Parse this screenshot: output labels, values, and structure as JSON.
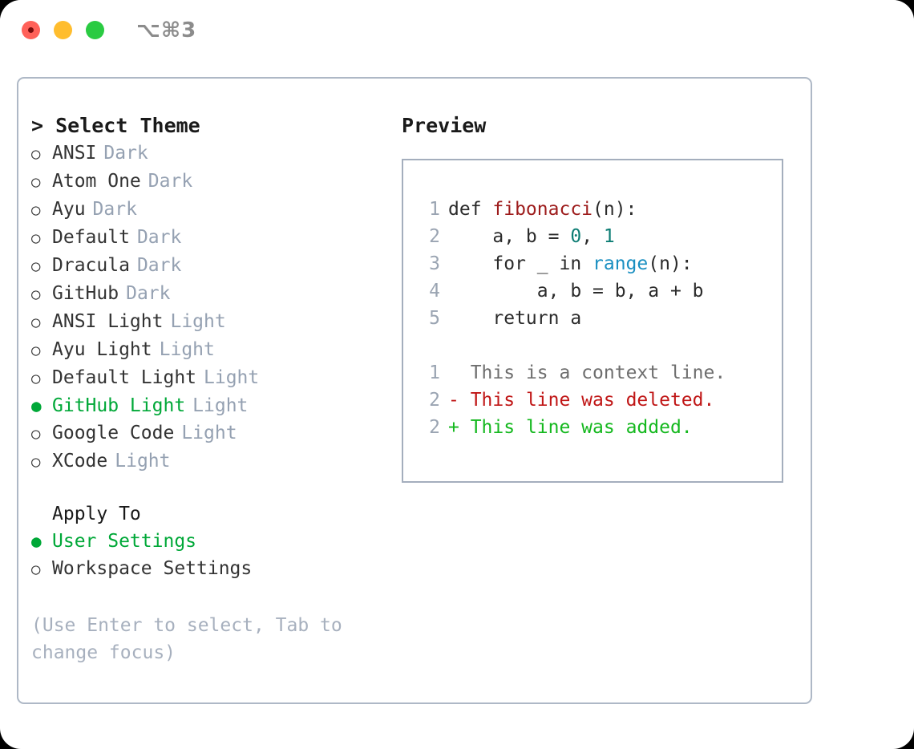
{
  "window": {
    "shortcut": "⌥⌘3",
    "traffic_lights": [
      {
        "name": "close",
        "color": "#ff6159"
      },
      {
        "name": "minimize",
        "color": "#ffbd2e"
      },
      {
        "name": "maximize",
        "color": "#2acb42"
      }
    ]
  },
  "theme_panel": {
    "header": "> Select Theme",
    "items": [
      {
        "marker": "○",
        "name": "ANSI",
        "badge": "Dark",
        "selected": false
      },
      {
        "marker": "○",
        "name": "Atom One",
        "badge": "Dark",
        "selected": false
      },
      {
        "marker": "○",
        "name": "Ayu",
        "badge": "Dark",
        "selected": false
      },
      {
        "marker": "○",
        "name": "Default",
        "badge": "Dark",
        "selected": false
      },
      {
        "marker": "○",
        "name": "Dracula",
        "badge": "Dark",
        "selected": false
      },
      {
        "marker": "○",
        "name": "GitHub",
        "badge": "Dark",
        "selected": false
      },
      {
        "marker": "○",
        "name": "ANSI Light",
        "badge": "Light",
        "selected": false
      },
      {
        "marker": "○",
        "name": "Ayu Light",
        "badge": "Light",
        "selected": false
      },
      {
        "marker": "○",
        "name": "Default Light",
        "badge": "Light",
        "selected": false
      },
      {
        "marker": "●",
        "name": "GitHub Light",
        "badge": "Light",
        "selected": true
      },
      {
        "marker": "○",
        "name": "Google Code",
        "badge": "Light",
        "selected": false
      },
      {
        "marker": "○",
        "name": "XCode",
        "badge": "Light",
        "selected": false
      }
    ]
  },
  "apply_to": {
    "title": "Apply To",
    "options": [
      {
        "marker": "●",
        "label": "User Settings",
        "selected": true
      },
      {
        "marker": "○",
        "label": "Workspace Settings",
        "selected": false
      }
    ]
  },
  "hint": "(Use Enter to select, Tab to change focus)",
  "preview": {
    "title": "Preview",
    "code_lines": [
      {
        "lineno": "1",
        "tokens": [
          {
            "text": "def ",
            "kind": "plain"
          },
          {
            "text": "fibonacci",
            "kind": "fn"
          },
          {
            "text": "(n):",
            "kind": "plain"
          }
        ]
      },
      {
        "lineno": "2",
        "tokens": [
          {
            "text": "    a, b = ",
            "kind": "plain"
          },
          {
            "text": "0",
            "kind": "num"
          },
          {
            "text": ", ",
            "kind": "plain"
          },
          {
            "text": "1",
            "kind": "num"
          }
        ]
      },
      {
        "lineno": "3",
        "tokens": [
          {
            "text": "    for _ in ",
            "kind": "plain"
          },
          {
            "text": "range",
            "kind": "call"
          },
          {
            "text": "(n):",
            "kind": "plain"
          }
        ]
      },
      {
        "lineno": "4",
        "tokens": [
          {
            "text": "        a, b = b, a + b",
            "kind": "plain"
          }
        ]
      },
      {
        "lineno": "5",
        "tokens": [
          {
            "text": "    return a",
            "kind": "plain"
          }
        ]
      }
    ],
    "diff_lines": [
      {
        "lineno": "1",
        "sign": "  ",
        "text": "This is a context line.",
        "kind": "ctx"
      },
      {
        "lineno": "2",
        "sign": "- ",
        "text": "This line was deleted.",
        "kind": "del"
      },
      {
        "lineno": "2",
        "sign": "+ ",
        "text": "This line was added.",
        "kind": "add"
      }
    ]
  },
  "colors": {
    "accent_green": "#00a838",
    "badge_gray": "#95a1b2",
    "hint_gray": "#a7b0be",
    "panel_border": "#aeb8c6",
    "preview_border": "#a4aebd",
    "lineno_gray": "#9aa4b2",
    "syntax_function": "#9d1c1c",
    "syntax_number": "#0d7d74",
    "syntax_call": "#1a8fc1",
    "diff_context": "#6e6e6e",
    "diff_deleted": "#c01616",
    "diff_added": "#14b81e"
  }
}
